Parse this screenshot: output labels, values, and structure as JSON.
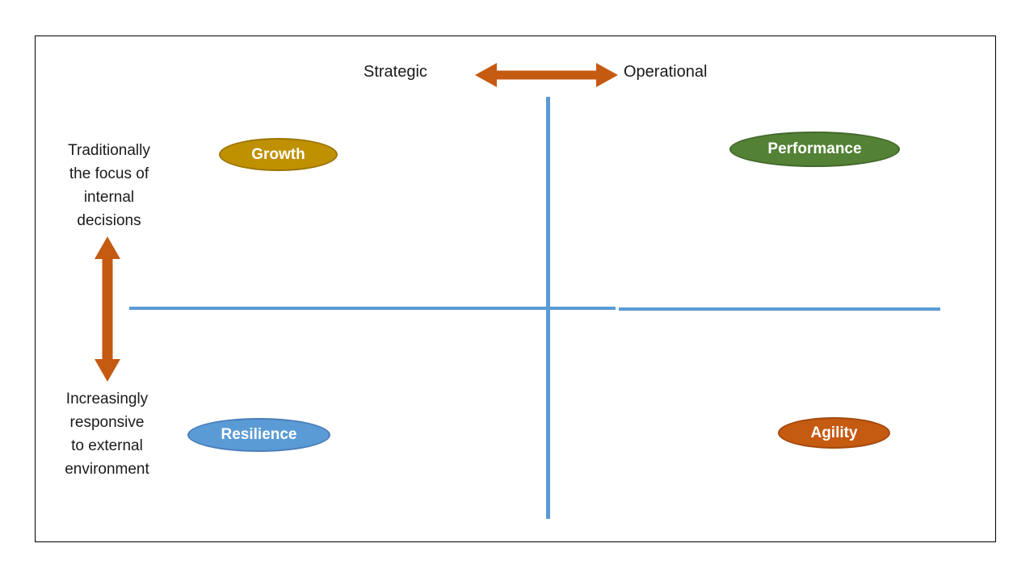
{
  "colors": {
    "axis_blue": "#5B9BD5",
    "arrow_orange": "#C55A11",
    "growth_fill": "#BF9000",
    "growth_border": "#9C7500",
    "performance_fill": "#538135",
    "performance_border": "#44692B",
    "resilience_fill": "#5B9BD5",
    "resilience_border": "#4A7EBB",
    "agility_fill": "#C55A11",
    "agility_border": "#A3490D"
  },
  "top_axis": {
    "left_label": "Strategic",
    "right_label": "Operational"
  },
  "side_axis": {
    "top_label_lines": [
      "Traditionally",
      "the focus of",
      "internal",
      "decisions"
    ],
    "bottom_label_lines": [
      "Increasingly",
      "responsive",
      "to external",
      "environment"
    ]
  },
  "quadrants": {
    "top_left": {
      "label": "Growth"
    },
    "top_right": {
      "label": "Performance"
    },
    "bottom_left": {
      "label": "Resilience"
    },
    "bottom_right": {
      "label": "Agility"
    }
  }
}
